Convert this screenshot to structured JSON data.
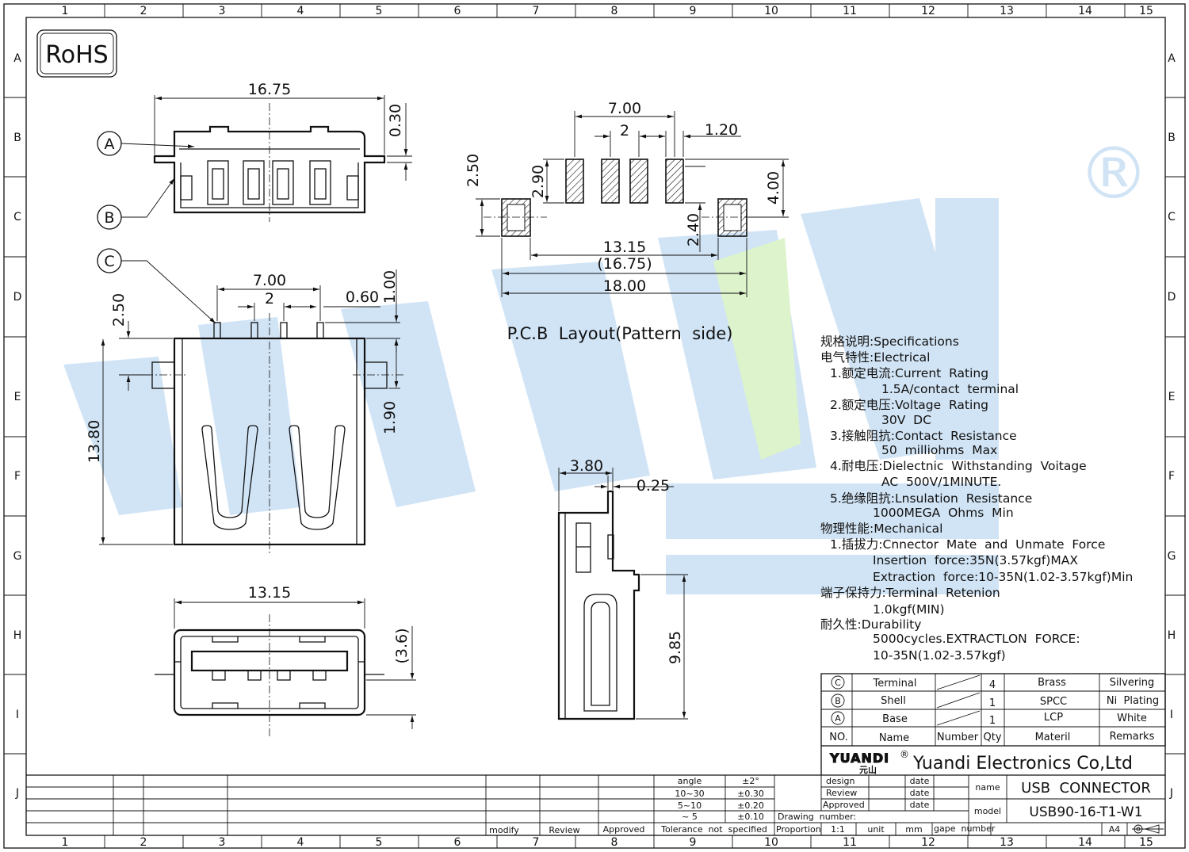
{
  "border": {
    "column_numbers": [
      "1",
      "2",
      "3",
      "4",
      "5",
      "6",
      "7",
      "8",
      "9",
      "10",
      "11",
      "12",
      "13",
      "14",
      "15"
    ],
    "row_letters": [
      "A",
      "B",
      "C",
      "D",
      "E",
      "F",
      "G",
      "H",
      "I",
      "J"
    ]
  },
  "rohs_badge": "RoHS",
  "watermark": {
    "brand_text": "YUANDI",
    "registered_mark": "®",
    "color": "#cfe3f5"
  },
  "callouts": [
    "A",
    "B",
    "C"
  ],
  "dimensions": {
    "top_view": {
      "width": "16.75",
      "height": "0.30"
    },
    "front_view": {
      "pitch_outer": "7.00",
      "pitch_inner": "2",
      "pin_width": "0.60",
      "pin_length": "1.00",
      "pin_offset": "2.50",
      "tab": "1.90",
      "height": "13.80"
    },
    "bottom_view": {
      "width": "13.15",
      "height": "(3.6)"
    },
    "side_view": {
      "depth": "3.80",
      "thickness": "0.25",
      "height": "9.85"
    },
    "pcb": {
      "pitch_outer": "7.00",
      "pitch_inner": "2",
      "pad_width": "1.20",
      "pad_length": "2.90",
      "peg_offset": "2.50",
      "row_gap": "4.00",
      "peg_gap": "2.40",
      "inner": "13.15",
      "ref": "(16.75)",
      "outer": "18.00"
    }
  },
  "pcb_caption": "P.C.B  Layout(Pattern  side)",
  "specs": [
    "规格说明:Specifications",
    "电气特性:Electrical",
    "1.额定电流:Current  Rating",
    "1.5A/contact  terminal",
    "2.额定电压:Voltage  Rating",
    "30V  DC",
    "3.接触阻抗:Contact  Resistance",
    "50  milliohms  Max",
    "4.耐电压:Dielectnic  Withstanding  Voitage",
    "AC  500V/1MINUTE.",
    "5.绝缘阻抗:Lnsulation  Resistance",
    "1000MEGA  Ohms  Min",
    "物理性能:Mechanical",
    "1.插拔力:Cnnector  Mate  and  Unmate  Force",
    "Insertion  force:35N(3.57kgf)MAX",
    "Extraction  force:10-35N(1.02-3.57kgf)Min",
    "端子保持力:Terminal  Retenion",
    "1.0kgf(MIN)",
    "耐久性:Durability",
    "5000cycles.EXTRACTLON  FORCE:",
    "10-35N(1.02-3.57kgf)"
  ],
  "bom": {
    "rows": [
      {
        "no": "C",
        "name": "Terminal",
        "qty": "4",
        "material": "Brass",
        "remarks": "Silvering"
      },
      {
        "no": "B",
        "name": "Shell",
        "qty": "1",
        "material": "SPCC",
        "remarks": "Ni  Plating"
      },
      {
        "no": "A",
        "name": "Base",
        "qty": "1",
        "material": "LCP",
        "remarks": "White"
      }
    ],
    "headers": {
      "no": "NO.",
      "name": "Name",
      "number": "Number",
      "qty": "Qty",
      "material": "Materil",
      "remarks": "Remarks"
    }
  },
  "company": {
    "logo_text": "YUANDI",
    "logo_cn": "元山",
    "name": "Yuandi Electronics Co,Ltd"
  },
  "title_block": {
    "design": "design",
    "review": "Review",
    "approved": "Approved",
    "date": "date",
    "name_label": "name",
    "name_value": "USB  CONNECTOR",
    "model_label": "model",
    "model_value": "USB90-16-T1-W1",
    "drawing_number": "Drawing  number:",
    "proportion": "Proportion",
    "scale": "1:1",
    "unit": "unit",
    "unit_value": "mm",
    "gape_number": "gape  number",
    "size": "A4"
  },
  "tolerance": {
    "header_angle": "angle",
    "angle_value": "±2°",
    "rows": [
      {
        "range": "10~30",
        "value": "±0.30"
      },
      {
        "range": "5~10",
        "value": "±0.20"
      },
      {
        "range": "~ 5",
        "value": "±0.10"
      }
    ],
    "footer": "Tolerance  not  specified"
  },
  "revision": {
    "modify": "modify",
    "review": "Review",
    "approved": "Approved"
  }
}
